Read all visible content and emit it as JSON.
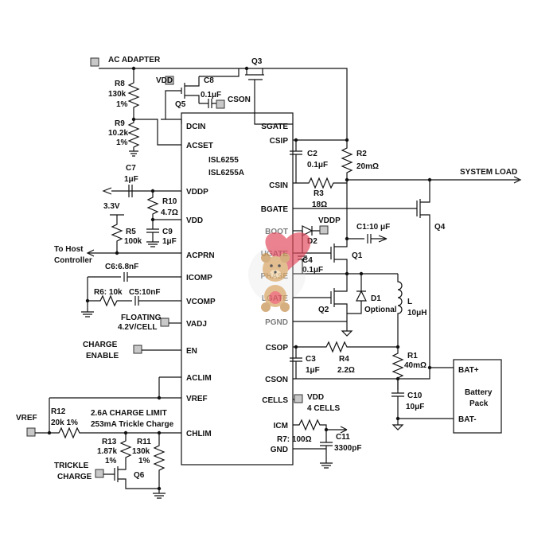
{
  "chip": {
    "name_line1": "ISL6255",
    "name_line2": "ISL6255A",
    "left_pins": [
      "DCIN",
      "ACSET",
      "VDDP",
      "VDD",
      "ACPRN",
      "ICOMP",
      "VCOMP",
      "VADJ",
      "EN",
      "ACLIM",
      "VREF",
      "CHLIM"
    ],
    "right_pins": [
      "SGATE",
      "CSIP",
      "CSIN",
      "BGATE",
      "BOOT",
      "UGATE",
      "PHASE",
      "LGATE",
      "PGND",
      "CSOP",
      "CSON",
      "CELLS",
      "ICM",
      "GND"
    ]
  },
  "nets": {
    "ac_adapter": "AC ADAPTER",
    "system_load": "SYSTEM LOAD",
    "to_host_line1": "To Host",
    "to_host_line2": "Controller",
    "v33": "3.3V",
    "vdd": "VDD",
    "vddp": "VDDP",
    "cson": "CSON",
    "vref": "VREF",
    "floating_line1": "FLOATING",
    "floating_line2": "4.2V/CELL",
    "charge_enable_line1": "CHARGE",
    "charge_enable_line2": "ENABLE",
    "cells_vdd": "VDD",
    "cells_4": "4 CELLS",
    "trickle_line1": "TRICKLE",
    "trickle_line2": "CHARGE",
    "charge_limit_line1": "2.6A CHARGE LIMIT",
    "charge_limit_line2": "253mA Trickle Charge"
  },
  "components": {
    "r8": [
      "R8",
      "130k",
      "1%"
    ],
    "r9": [
      "R9",
      "10.2k",
      "1%"
    ],
    "c8": [
      "C8",
      "0.1μF"
    ],
    "q5": "Q5",
    "q3": "Q3",
    "c7": [
      "C7",
      "1μF"
    ],
    "r10": [
      "R10",
      "4.7Ω"
    ],
    "r5": [
      "R5",
      "100k"
    ],
    "c9": [
      "C9",
      "1μF"
    ],
    "c6": "C6:6.8nF",
    "r6": "R6: 10k",
    "c5": "C5:10nF",
    "c2": [
      "C2",
      "0.1μF"
    ],
    "r2": [
      "R2",
      "20mΩ"
    ],
    "r3": [
      "R3",
      "18Ω"
    ],
    "q4": "Q4",
    "d2": "D2",
    "c1": "C1:10 μF",
    "c4": [
      "C4",
      "0.1μF"
    ],
    "q1": "Q1",
    "q2": "Q2",
    "d1": [
      "D1",
      "Optional"
    ],
    "l": [
      "L",
      "10μH"
    ],
    "c3": [
      "C3",
      "1μF"
    ],
    "r4": [
      "R4",
      "2.2Ω"
    ],
    "r1": [
      "R1",
      "40mΩ"
    ],
    "c10": [
      "C10",
      "10μF"
    ],
    "r12": [
      "R12",
      "20k 1%"
    ],
    "r13": [
      "R13",
      "1.87k",
      "1%"
    ],
    "r11": [
      "R11",
      "130k",
      "1%"
    ],
    "q6": "Q6",
    "r7": "R7: 100Ω",
    "c11": [
      "C11",
      "3300pF"
    ]
  },
  "battery": {
    "plus": "BAT+",
    "name_line1": "Battery",
    "name_line2": "Pack",
    "minus": "BAT-"
  }
}
